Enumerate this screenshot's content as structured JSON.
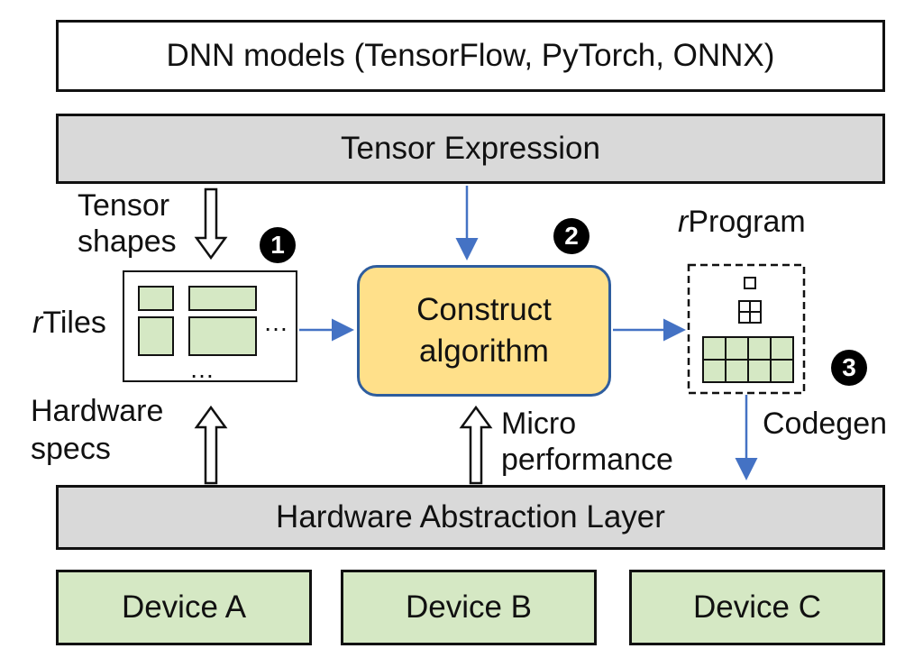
{
  "top_layer": "DNN models (TensorFlow, PyTorch, ONNX)",
  "tensor_expression": "Tensor Expression",
  "hal": "Hardware Abstraction Layer",
  "devices": [
    "Device A",
    "Device B",
    "Device C"
  ],
  "construct": {
    "line1": "Construct",
    "line2": "algorithm"
  },
  "labels": {
    "tensor_shapes_1": "Tensor",
    "tensor_shapes_2": "shapes",
    "rtiles_prefix": "r",
    "rtiles_suffix": "Tiles",
    "hardware_specs_1": "Hardware",
    "hardware_specs_2": "specs",
    "micro_1": "Micro",
    "micro_2": "performance",
    "rprogram_prefix": "r",
    "rprogram_suffix": "Program",
    "codegen": "Codegen",
    "ellipsis": "…"
  },
  "steps": [
    "1",
    "2",
    "3"
  ],
  "colors": {
    "gray_layer": "#d9d9d9",
    "device_green": "#d5e8c4",
    "construct_fill": "#ffe08a",
    "construct_border": "#2e5d9e",
    "arrow_blue": "#4472c4"
  }
}
